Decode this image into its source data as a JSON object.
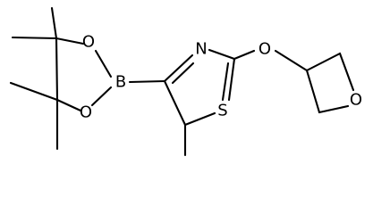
{
  "molecule": {
    "atoms": {
      "boron": "B",
      "dioxaborolane_oxygen_top": "O",
      "dioxaborolane_oxygen_bottom": "O",
      "thiazole_nitrogen": "N",
      "thiazole_sulfur": "S",
      "ether_oxygen": "O",
      "oxetane_oxygen": "O"
    }
  }
}
